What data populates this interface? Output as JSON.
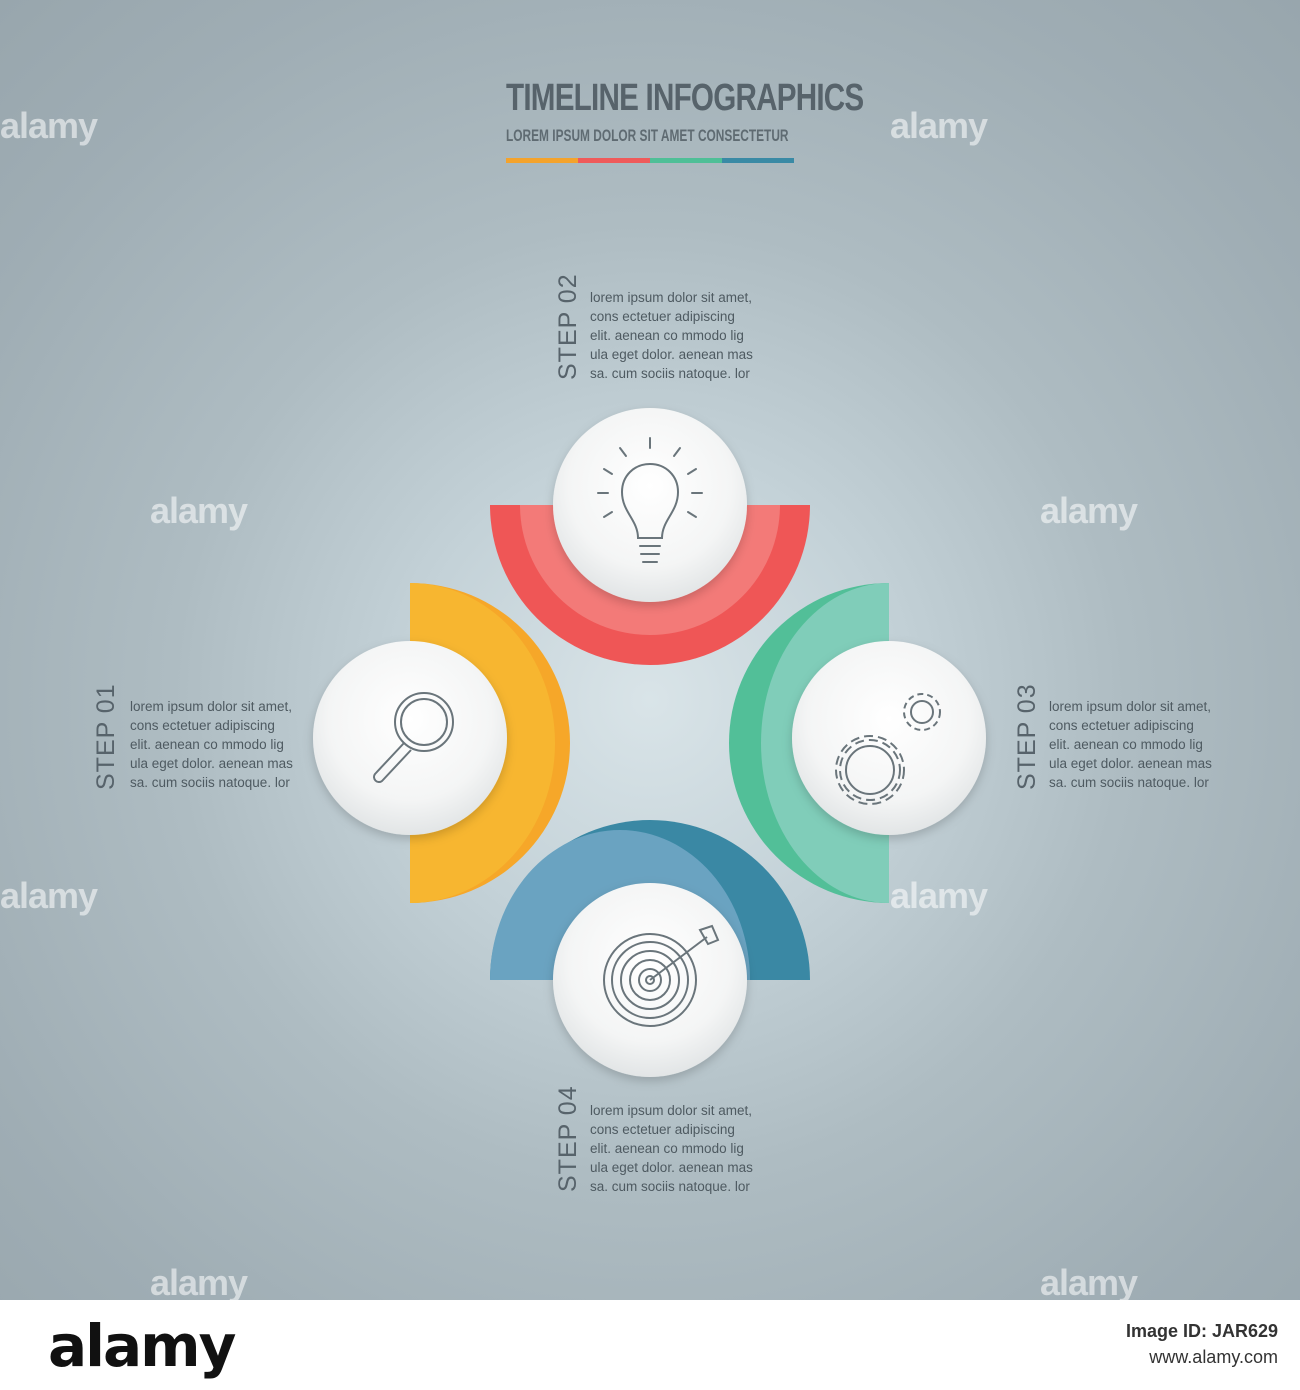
{
  "header": {
    "title": "TIMELINE INFOGRAPHICS",
    "subtitle": "LOREM IPSUM DOLOR SIT AMET CONSECTETUR"
  },
  "colors": {
    "step1": "#f6a729",
    "step2": "#ef5656",
    "step3": "#52bf98",
    "step4": "#3a88a4",
    "text": "#57636b"
  },
  "steps": [
    {
      "label": "STEP 01",
      "icon": "magnifier-icon",
      "lines": [
        "lorem ipsum dolor sit amet,",
        "cons ectetuer adipiscing",
        "elit. aenean co mmodo lig",
        "ula eget dolor. aenean mas",
        "sa. cum sociis natoque. lor"
      ]
    },
    {
      "label": "STEP 02",
      "icon": "lightbulb-icon",
      "lines": [
        "lorem ipsum dolor sit amet,",
        "cons ectetuer adipiscing",
        "elit. aenean co mmodo lig",
        "ula eget dolor. aenean mas",
        "sa. cum sociis natoque. lor"
      ]
    },
    {
      "label": "STEP 03",
      "icon": "gears-icon",
      "lines": [
        "lorem ipsum dolor sit amet,",
        "cons ectetuer adipiscing",
        "elit. aenean co mmodo lig",
        "ula eget dolor. aenean mas",
        "sa. cum sociis natoque. lor"
      ]
    },
    {
      "label": "STEP 04",
      "icon": "target-icon",
      "lines": [
        "lorem ipsum dolor sit amet,",
        "cons ectetuer adipiscing",
        "elit. aenean co mmodo lig",
        "ula eget dolor. aenean mas",
        "sa. cum sociis natoque. lor"
      ]
    }
  ],
  "watermark": "alamy",
  "footer": {
    "logo": "alamy",
    "image_id": "Image ID: JAR629",
    "site": "www.alamy.com"
  }
}
